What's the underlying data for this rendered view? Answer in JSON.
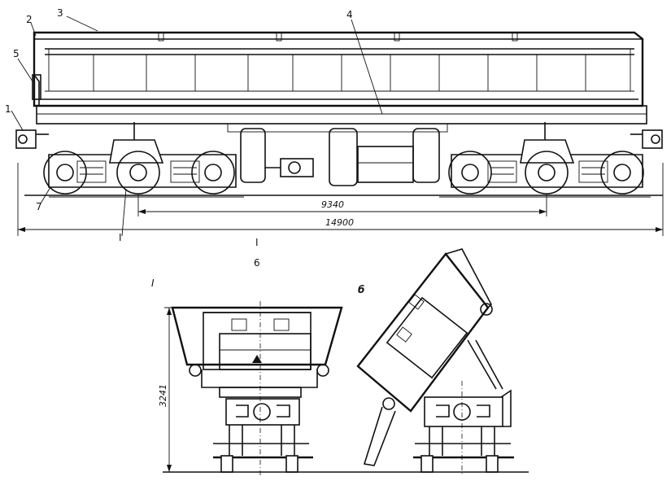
{
  "callouts": {
    "c1": "1",
    "c2": "2",
    "c3": "3",
    "c4": "4",
    "c5": "5",
    "c7": "7",
    "cI_top": "I",
    "cI_below": "I",
    "c6": "6"
  },
  "dimensions": {
    "bogie_centers": "9340",
    "overall_length": "14900",
    "height": "3241"
  },
  "views": {
    "left_label": "I",
    "right_label": "б"
  }
}
